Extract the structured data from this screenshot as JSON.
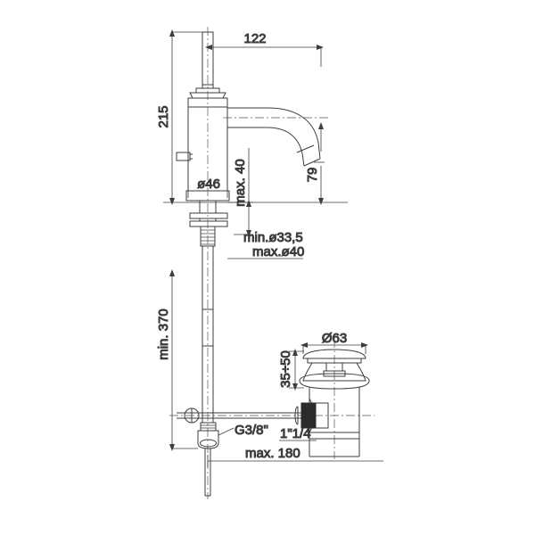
{
  "drawing": {
    "title": "Basin mixer tall with pop-up waste - dimensioned technical drawing",
    "type": "technical-line-drawing",
    "background_color": "#ffffff",
    "line_color": "#3c3c3c",
    "text_color": "#3c3c3c",
    "units": "mm"
  },
  "dimensions": {
    "spout_reach": "122",
    "overall_height": "215",
    "body_diameter": "ø46",
    "max_deck_thickness": "max. 40",
    "spout_height": "79",
    "hole_min": "min.ø33,5",
    "hole_max": "max.ø40",
    "supply_min_length": "min. 370",
    "waste_flange_diameter": "Ø63",
    "waste_adjust_range": "35÷50",
    "supply_thread": "G3/8\"",
    "waste_thread": "1\"1/4",
    "max_basin_depth": "max. 180"
  },
  "labels": [
    {
      "id": "spout-reach",
      "text": "122",
      "orientation": "horizontal"
    },
    {
      "id": "overall-height",
      "text": "215",
      "orientation": "vertical"
    },
    {
      "id": "body-diameter",
      "text": "ø46",
      "orientation": "horizontal"
    },
    {
      "id": "max-deck-thickness",
      "text": "max. 40",
      "orientation": "vertical"
    },
    {
      "id": "spout-height",
      "text": "79",
      "orientation": "vertical"
    },
    {
      "id": "hole-min",
      "text": "min.ø33,5",
      "orientation": "horizontal"
    },
    {
      "id": "hole-max",
      "text": "max.ø40",
      "orientation": "horizontal"
    },
    {
      "id": "supply-min-length",
      "text": "min. 370",
      "orientation": "vertical"
    },
    {
      "id": "waste-flange-diameter",
      "text": "Ø63",
      "orientation": "horizontal"
    },
    {
      "id": "waste-adjust-range",
      "text": "35÷50",
      "orientation": "vertical"
    },
    {
      "id": "supply-thread",
      "text": "G3/8\"",
      "orientation": "horizontal"
    },
    {
      "id": "waste-thread",
      "text": "1\"1/4",
      "orientation": "horizontal"
    },
    {
      "id": "max-basin-depth",
      "text": "max. 180",
      "orientation": "horizontal"
    }
  ]
}
